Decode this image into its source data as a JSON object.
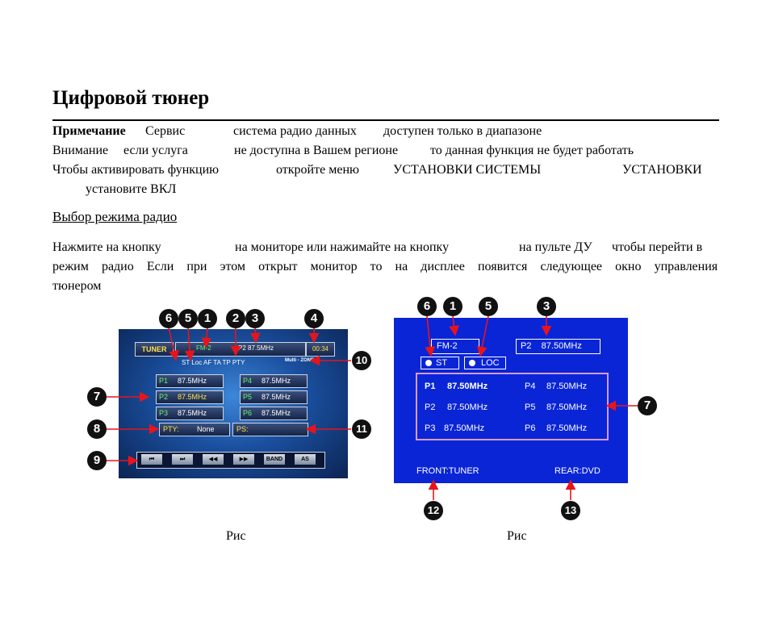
{
  "title": "Цифровой тюнер",
  "note": {
    "l1a": "Примечание",
    "l1b": "Сервис",
    "l1c": "система радио данных",
    "l1d": "доступен только в диапазоне",
    "l2a": "Внимание",
    "l2b": "если услуга",
    "l2c": "не доступна в Вашем регионе",
    "l2d": "то данная функция не будет работать",
    "l3a": "Чтобы активировать функцию",
    "l3b": "откройте меню",
    "l3c": "УСТАНОВКИ СИСТЕМЫ",
    "l3d": "УСТАНОВКИ",
    "l4": "установите ВКЛ"
  },
  "section": "Выбор режима радио",
  "para": {
    "r1": [
      "Нажмите на кнопку",
      "на мониторе или нажимайте на кнопку",
      "на пульте ДУ",
      "чтобы перейти в"
    ],
    "r2": [
      "режим",
      "радио",
      "Если",
      "при",
      "этом",
      "открыт",
      "монитор",
      "то",
      "на",
      "дисплее",
      "появится",
      "следующее",
      "окно",
      "управления"
    ],
    "r3": "тюнером"
  },
  "fig1": {
    "tuner_btn": "TUNER",
    "band": "FM-2",
    "preset_freq": "P2  87.5MHz",
    "clock": "00:34",
    "indicators": "ST  Loc  AF  TA  TP  PTY",
    "multizone": "Multi - ZONE",
    "presets": [
      {
        "label": "P1",
        "freq": "87.5MHz"
      },
      {
        "label": "P2",
        "freq": "87.5MHz"
      },
      {
        "label": "P3",
        "freq": "87.5MHz"
      },
      {
        "label": "P4",
        "freq": "87.5MHz"
      },
      {
        "label": "P5",
        "freq": "87.5MHz"
      },
      {
        "label": "P6",
        "freq": "87.5MHz"
      }
    ],
    "pty_label": "PTY:",
    "pty_value": "None",
    "ps_label": "PS:",
    "controls": [
      "⏮",
      "⏭",
      "◀◀",
      "▶▶",
      "BAND",
      "AS"
    ]
  },
  "fig2": {
    "band": "FM-2",
    "preset_freq": "P2    87.50MHz",
    "st": "ST",
    "loc": "LOC",
    "presets": [
      {
        "label": "P1",
        "freq": "87.50MHz"
      },
      {
        "label": "P2",
        "freq": "87.50MHz"
      },
      {
        "label": "P3",
        "freq": "87.50MHz"
      },
      {
        "label": "P4",
        "freq": "87.50MHz"
      },
      {
        "label": "P5",
        "freq": "87.50MHz"
      },
      {
        "label": "P6",
        "freq": "87.50MHz"
      }
    ],
    "front": "FRONT:TUNER",
    "rear": "REAR:DVD"
  },
  "callouts": {
    "c1": "1",
    "c2": "2",
    "c3": "3",
    "c4": "4",
    "c5": "5",
    "c6": "6",
    "c7": "7",
    "c8": "8",
    "c9": "9",
    "c10": "10",
    "c11": "11",
    "c12": "12",
    "c13": "13"
  },
  "captions": {
    "left": "Рис",
    "right": "Рис"
  },
  "colors": {
    "fig2_bg": "#0a25d6",
    "callout_arrow": "#e8141c",
    "preset_box": "#d79bd9"
  }
}
